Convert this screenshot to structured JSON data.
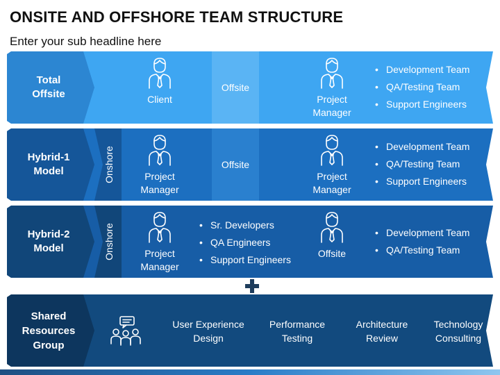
{
  "header": {
    "title": "ONSITE AND OFFSHORE TEAM STRUCTURE",
    "subtitle": "Enter your sub headline here"
  },
  "colors": {
    "band1_light": "#3ea6f2",
    "band1_dark": "#2c86d2",
    "band2_light": "#1c6fc0",
    "band2_dark": "#155699",
    "band3_light": "#175da6",
    "band3_dark": "#114679",
    "band4_light": "#124a7e",
    "band4_dark": "#0d365e"
  },
  "rows": [
    {
      "label": "Total\nOffsite",
      "person1": "Client",
      "middle": "Offsite",
      "person2": "Project\nManager",
      "bullets": [
        "Development Team",
        "QA/Testing Team",
        "Support Engineers"
      ]
    },
    {
      "label": "Hybrid-1\nModel",
      "vertical": "Onshore",
      "person1": "Project\nManager",
      "middle": "Offsite",
      "person2": "Project\nManager",
      "bullets": [
        "Development Team",
        "QA/Testing Team",
        "Support Engineers"
      ]
    },
    {
      "label": "Hybrid-2\nModel",
      "vertical": "Onshore",
      "person1": "Project\nManager",
      "mid_bullets": [
        "Sr. Developers",
        "QA Engineers",
        "Support Engineers"
      ],
      "person2": "Offsite",
      "bullets": [
        "Development Team",
        "QA/Testing Team"
      ]
    }
  ],
  "shared": {
    "label": "Shared\nResources\nGroup",
    "icon": "team-chat-icon",
    "items": [
      "User Experience\nDesign",
      "Performance\nTesting",
      "Architecture\nReview",
      "Technology\nConsulting"
    ]
  }
}
